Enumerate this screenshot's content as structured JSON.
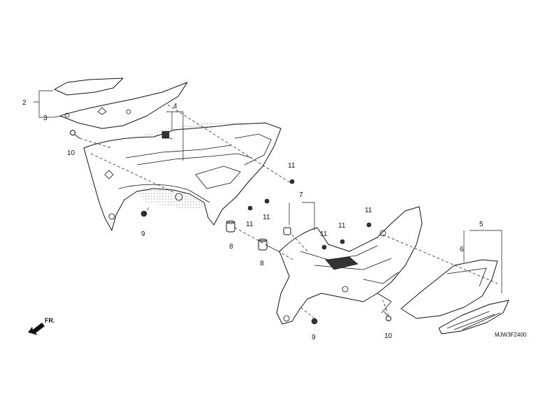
{
  "callouts": {
    "c2": "2",
    "c3": "3",
    "c4": "4",
    "c10a": "10",
    "c11a": "11",
    "c11b": "11",
    "c11c": "11",
    "c9a": "9",
    "c8a": "8",
    "c8b": "8",
    "c7": "7",
    "c11d": "11",
    "c11e": "11",
    "c11f": "11",
    "c5": "5",
    "c6": "6",
    "c9b": "9",
    "c10b": "10"
  },
  "direction": {
    "label": "FR."
  },
  "diagram_code": "MJW3F2400"
}
